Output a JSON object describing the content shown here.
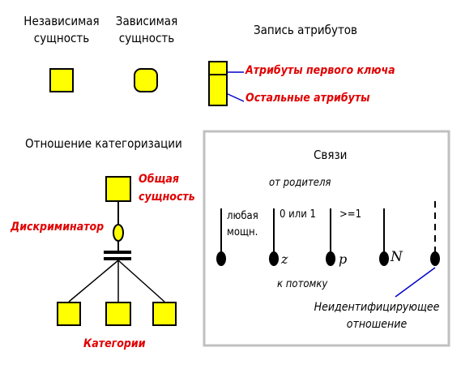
{
  "legend": {
    "independent_entity": [
      "Независимая",
      "сущность"
    ],
    "dependent_entity": [
      "Зависимая",
      "сущность"
    ],
    "attribute_record": "Запись атрибутов",
    "first_key_attributes": "Атрибуты первого  ключа",
    "other_attributes": "Остальные атрибуты"
  },
  "categorization": {
    "title": "Отношение категоризации",
    "general_entity": [
      "Общая",
      "сущность"
    ],
    "discriminator": "Дискриминатор",
    "categories": "Категории"
  },
  "relations": {
    "title": "Связи",
    "from_parent": "от родителя",
    "to_child": "к потомку",
    "any_power": [
      "любая",
      "мощн."
    ],
    "zero_or_one": "0 или 1",
    "one_or_more": ">=1",
    "marker_z": "z",
    "marker_p": "p",
    "marker_n": "N",
    "non_identifying": [
      "Неидентифицирующее",
      "отношение"
    ]
  },
  "colors": {
    "entity_fill": "#ffff00",
    "annotation": "#e00000",
    "connector": "#0000cc",
    "panel_border": "#c0c0c0"
  }
}
